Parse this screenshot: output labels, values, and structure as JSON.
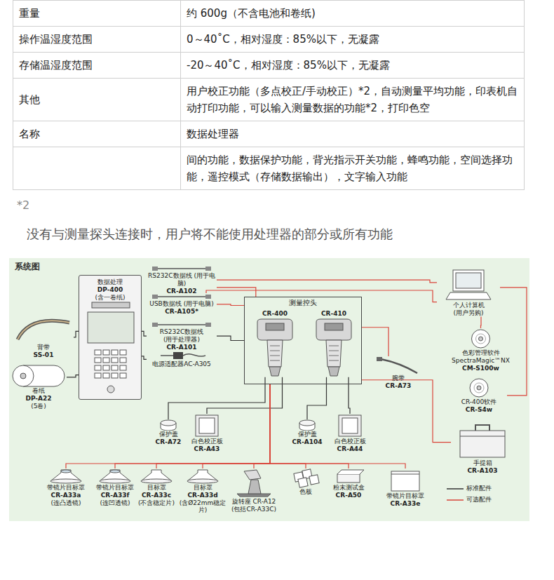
{
  "diagram": {
    "title": "系统图",
    "nodes": [
      {
        "text": [
          "数据处理",
          "DP-400",
          "(含一卷纸)"
        ]
      },
      {
        "text": [
          "背带",
          "SS-01"
        ]
      },
      {
        "text": [
          "卷纸",
          "DP-A22",
          "(5卷)"
        ]
      },
      {
        "text": [
          "RS232C数据线 (用于电脑)",
          "CR-A102"
        ]
      },
      {
        "text": [
          "USB数据线 (用于电脑)",
          "CR-A105*"
        ]
      },
      {
        "text": [
          "RS232C数据线",
          "(用于处理器)",
          "CR-A101"
        ]
      },
      {
        "text": [
          "电源适配器AC-A305"
        ]
      },
      {
        "text": [
          "测量控头"
        ]
      },
      {
        "text": [
          "CR-400"
        ],
        "in": 7
      },
      {
        "text": [
          "CR-410"
        ],
        "in": 7
      },
      {
        "text": [
          "腕带",
          "CR-A73"
        ]
      },
      {
        "text": [
          "个人计算机",
          "(用户另购)"
        ]
      },
      {
        "text": [
          "色彩管理软件",
          "SpectraMagic™NX",
          "CM-S100w"
        ]
      },
      {
        "text": [
          "CR-400软件",
          "CR-S4w"
        ]
      },
      {
        "text": [
          "手提箱",
          "CR-A103"
        ]
      },
      {
        "text": [
          "保护盖",
          "CR-A72"
        ]
      },
      {
        "text": [
          "白色校正板",
          "CR-A43"
        ]
      },
      {
        "text": [
          "保护盖",
          "CR-A104"
        ]
      },
      {
        "text": [
          "白色校正板",
          "CR-A44"
        ]
      },
      {
        "text": [
          "带镜片目标罩",
          "CR-A33a",
          "(连凸透镜)"
        ]
      },
      {
        "text": [
          "带镜片目标罩",
          "CR-A33f",
          "(连凹透镜)"
        ]
      },
      {
        "text": [
          "目标罩",
          "CR-A33c",
          "(不含稳定片)"
        ]
      },
      {
        "text": [
          "目标罩",
          "CR-A33d",
          "(含Ø22mm稳定片)"
        ]
      },
      {
        "text": [
          "旋转座 CR-A12",
          "(包括CR-A33C)"
        ]
      },
      {
        "text": [
          "色板"
        ]
      },
      {
        "text": [
          "粉末测试盒",
          "CR-A50"
        ]
      },
      {
        "text": [
          "带镜片目标罩",
          "CR-A33e"
        ]
      }
    ],
    "edges": [
      {
        "from": 0,
        "to": 1,
        "arrow": "none"
      },
      {
        "from": 2,
        "to": 0,
        "arrow": "none"
      },
      {
        "from": 3,
        "to": 11,
        "arrow": "none"
      },
      {
        "from": 7,
        "to": 3,
        "arrow": "none"
      },
      {
        "from": 7,
        "to": 4,
        "arrow": "none"
      },
      {
        "from": 4,
        "to": 11,
        "arrow": "none"
      },
      {
        "from": 0,
        "to": 5,
        "arrow": "none"
      },
      {
        "from": 5,
        "to": 7,
        "arrow": "none"
      },
      {
        "from": 0,
        "to": 6,
        "arrow": "none"
      },
      {
        "from": 7,
        "to": 10,
        "arrow": "none"
      },
      {
        "from": 11,
        "to": 12,
        "arrow": "none"
      },
      {
        "from": 11,
        "to": 13,
        "arrow": "none"
      },
      {
        "from": 7,
        "to": 14,
        "arrow": "none"
      },
      {
        "from": 8,
        "to": 15,
        "arrow": "none"
      },
      {
        "from": 8,
        "to": 16,
        "arrow": "none"
      },
      {
        "from": 9,
        "to": 17,
        "arrow": "none"
      },
      {
        "from": 9,
        "to": 18,
        "arrow": "none"
      },
      {
        "from": 7,
        "to": 19,
        "arrow": "none"
      },
      {
        "from": 7,
        "to": 20,
        "arrow": "none"
      },
      {
        "from": 7,
        "to": 21,
        "arrow": "none"
      },
      {
        "from": 7,
        "to": 22,
        "arrow": "none"
      },
      {
        "from": 7,
        "to": 23,
        "arrow": "none"
      },
      {
        "from": 7,
        "to": 24,
        "arrow": "none"
      },
      {
        "from": 7,
        "to": 25,
        "arrow": "none"
      },
      {
        "from": 7,
        "to": 26,
        "arrow": "none"
      }
    ],
    "labels": [
      "重量",
      "约 600g（不含电池和卷纸)",
      "操作温湿度范围",
      "0～40˚C，相对湿度：85%以下，无凝露",
      "存储温湿度范围",
      "-20～40˚C，相对湿度：85%以下，无凝露",
      "其他",
      "用户校正功能（多点校正/手动校正）*2，自动测量平均功能，印表机自动打印功能，可以输入测量数据的功能*2，打印色空",
      "名称",
      "数据处理器",
      "间的功能，数据保护功能，背光指示开关功能，蜂鸣功能，空间选择功能，遥控模式（存储数据输出），文字输入功能",
      "*2",
      "没有与测量探头连接时，用户将不能使用处理器的部分或所有功能"
    ],
    "legend": [
      {
        "text": "标准配件"
      },
      {
        "text": "可选配件"
      }
    ]
  }
}
